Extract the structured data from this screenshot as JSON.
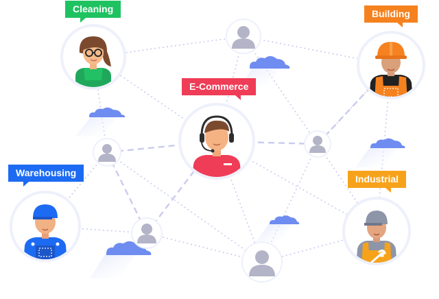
{
  "labels": {
    "cleaning": "Cleaning",
    "building": "Building",
    "ecommerce": "E-Commerce",
    "warehousing": "Warehousing",
    "industrial": "Industrial"
  },
  "colors": {
    "cleaning": "#1fc261",
    "building": "#f5821f",
    "ecommerce": "#ef3c57",
    "warehousing": "#1d6bf2",
    "industrial": "#f7a21b",
    "cloud": "#6f8cf0",
    "connector": "#c9cbee",
    "placeholder": "#b4b4c8"
  },
  "icons": {
    "cleaning": "cleaner-woman-avatar-icon",
    "building": "construction-worker-avatar-icon",
    "ecommerce": "support-agent-headset-avatar-icon",
    "warehousing": "warehouse-worker-avatar-icon",
    "industrial": "mechanic-wrench-avatar-icon",
    "user": "generic-user-icon",
    "cloud": "cloud-icon"
  }
}
